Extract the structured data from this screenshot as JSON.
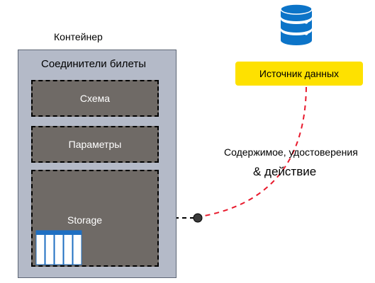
{
  "container": {
    "title": "Контейнер",
    "header": "Соединители билеты",
    "boxes": {
      "schema": "Схема",
      "parameters": "Параметры",
      "storage": "Storage"
    }
  },
  "data_source": {
    "label": "Источник данных",
    "icon": "database-icon"
  },
  "connection": {
    "label_line1": "Содержимое, удостоверения",
    "label_line2": "& действие"
  },
  "colors": {
    "container_fill": "#b4bac8",
    "box_fill": "#6f6a66",
    "source_fill": "#fee100",
    "db_blue": "#0c74c8",
    "edge_red": "#e8192c"
  }
}
